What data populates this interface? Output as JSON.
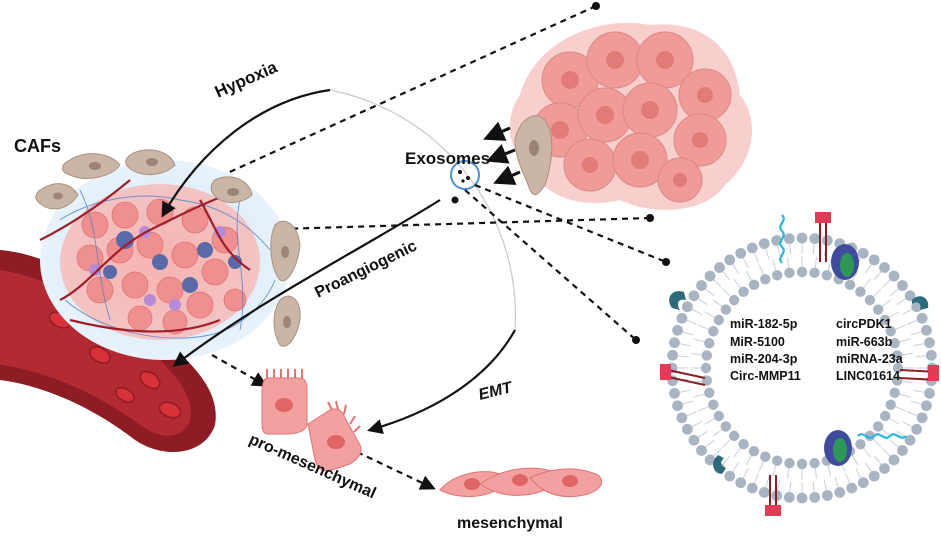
{
  "labels": {
    "cafs": "CAFs",
    "hypoxia": "Hypoxia",
    "exosomes": "Exosomes",
    "proangiogenic": "Proangiogenic",
    "emt": "EMT",
    "pro_mesenchymal": "pro-mesenchymal",
    "mesenchymal": "mesenchymal"
  },
  "cargo": {
    "left": [
      "miR-182-5p",
      "MiR-5100",
      "miR-204-3p",
      "Circ-MMP11"
    ],
    "right": [
      "circPDK1",
      "miR-663b",
      "miRNA-23a",
      "LINC01614"
    ]
  },
  "colors": {
    "tumor": "#f3a8a8",
    "vessel": "#8e1c24",
    "rbc": "#d9313a",
    "caf": "#cbb5a6",
    "membrane_head": "#a9b4c2",
    "arrow": "#111111"
  }
}
